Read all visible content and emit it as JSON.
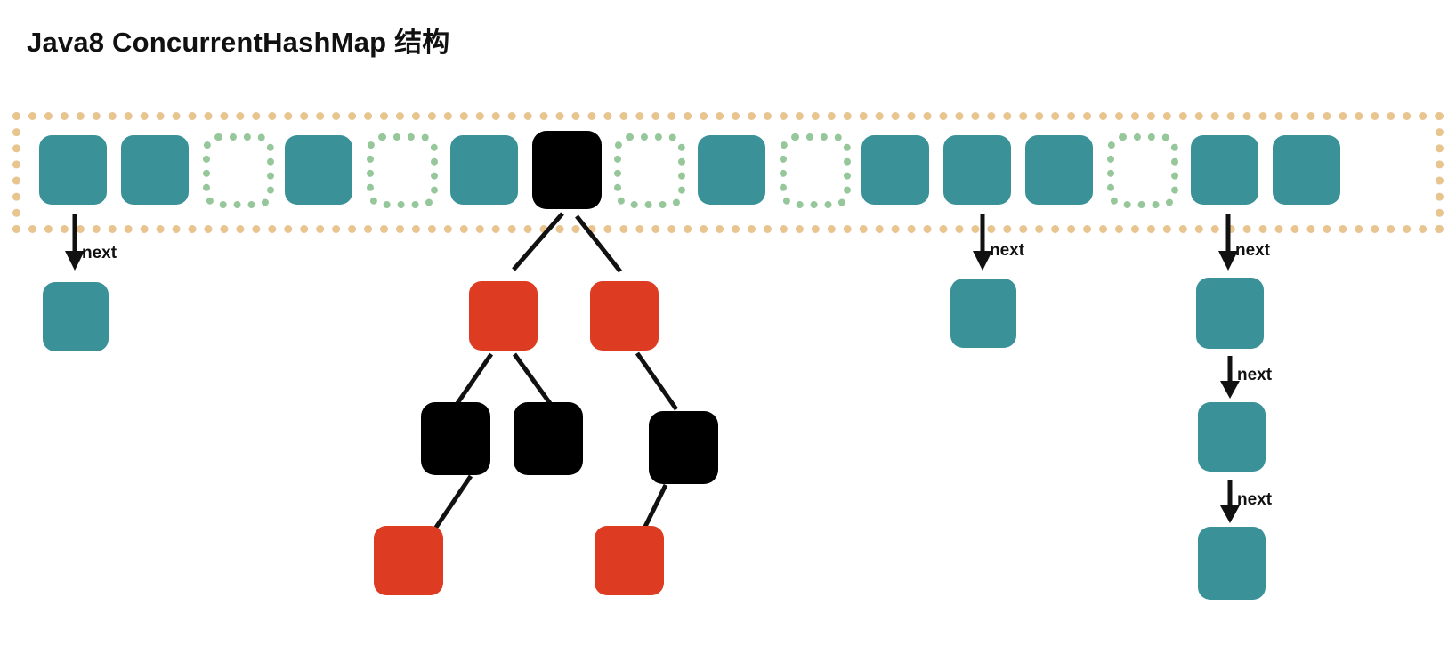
{
  "page": {
    "title": "Java8 ConcurrentHashMap 结构",
    "background": "#ffffff"
  },
  "colors": {
    "teal": "#3a9197",
    "red": "#de3c22",
    "black": "#000000",
    "empty_dash": "#96c79b",
    "container_dash": "#e8c48f",
    "text": "#111111"
  },
  "array": {
    "label": "hash-table-array",
    "cell_count": 16,
    "cells": [
      {
        "index": 0,
        "state": "occupied",
        "kind": "teal",
        "has_chain": true
      },
      {
        "index": 1,
        "state": "occupied",
        "kind": "teal",
        "has_chain": false
      },
      {
        "index": 2,
        "state": "empty",
        "kind": "empty",
        "has_chain": false
      },
      {
        "index": 3,
        "state": "occupied",
        "kind": "teal",
        "has_chain": false
      },
      {
        "index": 4,
        "state": "empty",
        "kind": "empty",
        "has_chain": false
      },
      {
        "index": 5,
        "state": "occupied",
        "kind": "teal",
        "has_chain": false
      },
      {
        "index": 6,
        "state": "occupied",
        "kind": "black",
        "has_chain": true
      },
      {
        "index": 7,
        "state": "empty",
        "kind": "empty",
        "has_chain": false
      },
      {
        "index": 8,
        "state": "occupied",
        "kind": "teal",
        "has_chain": false
      },
      {
        "index": 9,
        "state": "empty",
        "kind": "empty",
        "has_chain": false
      },
      {
        "index": 10,
        "state": "occupied",
        "kind": "teal",
        "has_chain": false
      },
      {
        "index": 11,
        "state": "occupied",
        "kind": "teal",
        "has_chain": true
      },
      {
        "index": 12,
        "state": "occupied",
        "kind": "teal",
        "has_chain": false
      },
      {
        "index": 13,
        "state": "empty",
        "kind": "empty",
        "has_chain": false
      },
      {
        "index": 14,
        "state": "occupied",
        "kind": "teal",
        "has_chain": true
      },
      {
        "index": 15,
        "state": "occupied",
        "kind": "teal",
        "has_chain": false
      }
    ]
  },
  "arrows": {
    "next_label": "next",
    "items": [
      {
        "id": "arrow-bucket0-next",
        "label": "next"
      },
      {
        "id": "arrow-bucket11-next",
        "label": "next"
      },
      {
        "id": "arrow-bucket14-next",
        "label": "next"
      },
      {
        "id": "arrow-chain14-next-2",
        "label": "next"
      },
      {
        "id": "arrow-chain14-next-3",
        "label": "next"
      }
    ]
  },
  "chains": {
    "bucket0": {
      "nodes": [
        {
          "kind": "teal"
        }
      ]
    },
    "bucket11": {
      "nodes": [
        {
          "kind": "teal"
        }
      ]
    },
    "bucket14": {
      "nodes": [
        {
          "kind": "teal"
        },
        {
          "kind": "teal"
        },
        {
          "kind": "teal"
        }
      ]
    }
  },
  "tree": {
    "label": "red-black-tree",
    "root": {
      "id": "tree-root",
      "color": "black"
    },
    "nodes": [
      {
        "id": "tree-node-red-left",
        "color": "red",
        "level": 1
      },
      {
        "id": "tree-node-red-right",
        "color": "red",
        "level": 1
      },
      {
        "id": "tree-node-black-l1",
        "color": "black",
        "level": 2
      },
      {
        "id": "tree-node-black-l2",
        "color": "black",
        "level": 2
      },
      {
        "id": "tree-node-black-r1",
        "color": "black",
        "level": 2
      },
      {
        "id": "tree-node-red-leaf-left",
        "color": "red",
        "level": 3
      },
      {
        "id": "tree-node-red-leaf-right",
        "color": "red",
        "level": 3
      }
    ],
    "edges": [
      {
        "from": "tree-root",
        "to": "tree-node-red-left"
      },
      {
        "from": "tree-root",
        "to": "tree-node-red-right"
      },
      {
        "from": "tree-node-red-left",
        "to": "tree-node-black-l1"
      },
      {
        "from": "tree-node-red-left",
        "to": "tree-node-black-l2"
      },
      {
        "from": "tree-node-red-right",
        "to": "tree-node-black-r1"
      },
      {
        "from": "tree-node-black-l1",
        "to": "tree-node-red-leaf-left"
      },
      {
        "from": "tree-node-black-r1",
        "to": "tree-node-red-leaf-right"
      }
    ]
  }
}
